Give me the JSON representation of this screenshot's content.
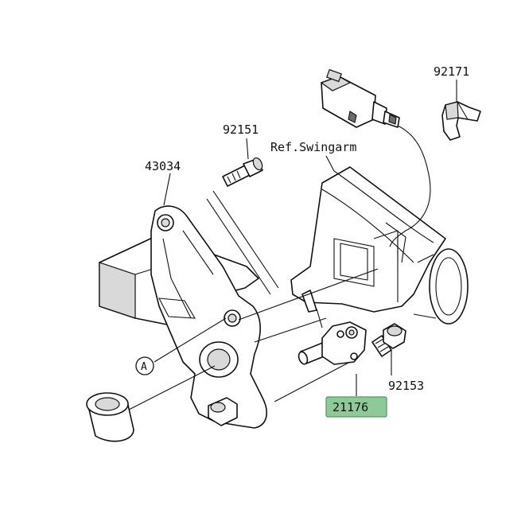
{
  "parts": {
    "p43034": "43034",
    "p92151": "92151",
    "p92171": "92171",
    "p92153": "92153",
    "p21176": "21176",
    "ref_swingarm": "Ref.Swingarm",
    "callout_a": "A"
  },
  "colors": {
    "highlight_fill": "#8fc99a",
    "highlight_border": "#4f9a5e",
    "line": "#111111"
  }
}
